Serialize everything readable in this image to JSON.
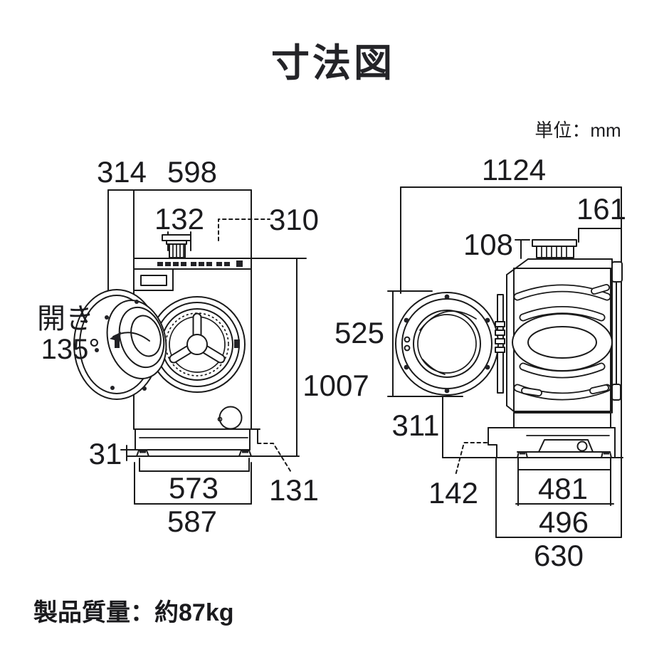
{
  "page": {
    "title": "寸法図",
    "unit_label": "単位：mm",
    "weight_label": "製品質量：約87kg"
  },
  "colors": {
    "line": "#1a1a1a",
    "text": "#1b1b1e",
    "background": "#ffffff"
  },
  "front_view": {
    "dims": {
      "door_protrusion": "314",
      "body_width": "598",
      "faucet_width": "132",
      "faucet_offset": "310",
      "open_label": "開き",
      "open_angle": "135°",
      "total_height": "1007",
      "foot_height": "31",
      "stand_inner_width": "573",
      "stand_outer_width": "587",
      "stand_rear_offset": "131"
    }
  },
  "side_view": {
    "dims": {
      "total_depth": "1124",
      "rear_clearance": "161",
      "faucet_height": "108",
      "door_diameter": "525",
      "door_clearance": "311",
      "front_step": "142",
      "stand_inner_depth": "481",
      "stand_depth": "496",
      "stand_total_depth": "630"
    }
  }
}
